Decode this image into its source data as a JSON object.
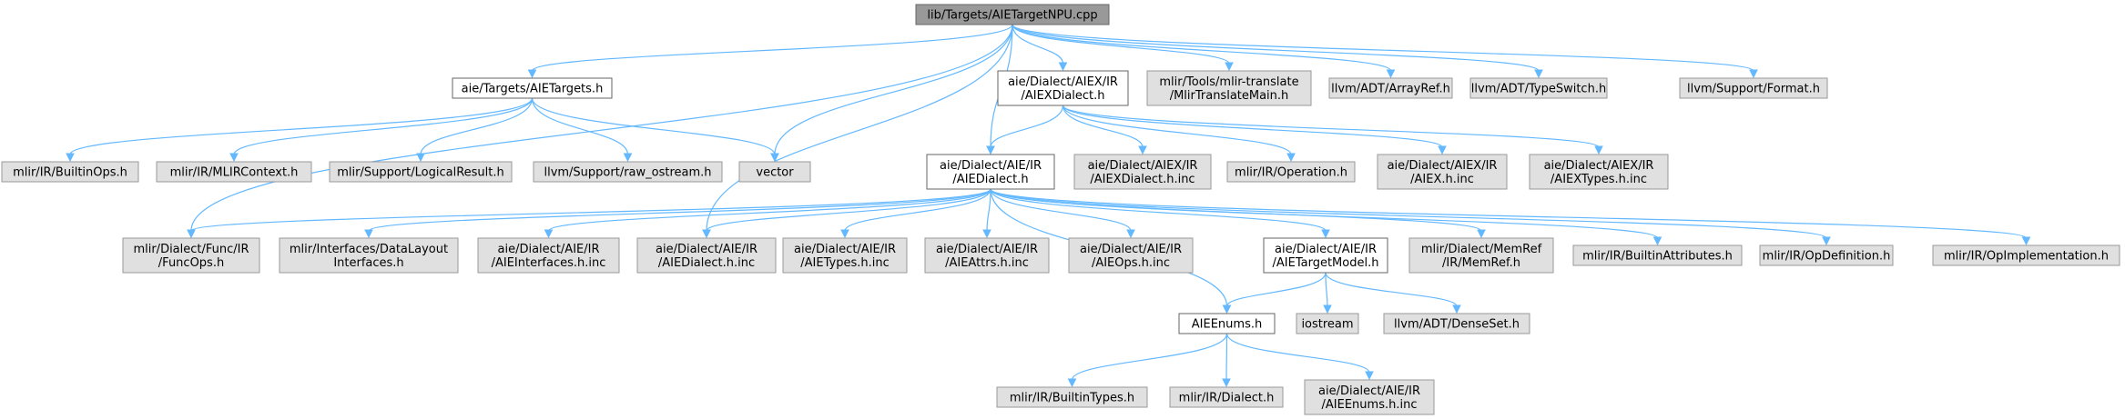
{
  "graph": {
    "nodes": [
      {
        "id": "root",
        "kind": "root",
        "lines": [
          "lib/Targets/AIETargetNPU.cpp"
        ]
      },
      {
        "id": "aietargets",
        "kind": "doc",
        "lines": [
          "aie/Targets/AIETargets.h"
        ]
      },
      {
        "id": "aiexdialect",
        "kind": "doc",
        "lines": [
          "aie/Dialect/AIEX/IR",
          "/AIEXDialect.h"
        ]
      },
      {
        "id": "mlirtranslate",
        "kind": "ext",
        "lines": [
          "mlir/Tools/mlir-translate",
          "/MlirTranslateMain.h"
        ]
      },
      {
        "id": "arrayref",
        "kind": "ext",
        "lines": [
          "llvm/ADT/ArrayRef.h"
        ]
      },
      {
        "id": "typeswitch",
        "kind": "ext",
        "lines": [
          "llvm/ADT/TypeSwitch.h"
        ]
      },
      {
        "id": "format",
        "kind": "ext",
        "lines": [
          "llvm/Support/Format.h"
        ]
      },
      {
        "id": "builtinops",
        "kind": "ext",
        "lines": [
          "mlir/IR/BuiltinOps.h"
        ]
      },
      {
        "id": "mlircontext",
        "kind": "ext",
        "lines": [
          "mlir/IR/MLIRContext.h"
        ]
      },
      {
        "id": "logicalresult",
        "kind": "ext",
        "lines": [
          "mlir/Support/LogicalResult.h"
        ]
      },
      {
        "id": "rawostream",
        "kind": "ext",
        "lines": [
          "llvm/Support/raw_ostream.h"
        ]
      },
      {
        "id": "vector",
        "kind": "ext",
        "lines": [
          "vector"
        ]
      },
      {
        "id": "aiedialect",
        "kind": "doc",
        "lines": [
          "aie/Dialect/AIE/IR",
          "/AIEDialect.h"
        ]
      },
      {
        "id": "aiexdialectinc",
        "kind": "ext",
        "lines": [
          "aie/Dialect/AIEX/IR",
          "/AIEXDialect.h.inc"
        ]
      },
      {
        "id": "operation",
        "kind": "ext",
        "lines": [
          "mlir/IR/Operation.h"
        ]
      },
      {
        "id": "aiexinc",
        "kind": "ext",
        "lines": [
          "aie/Dialect/AIEX/IR",
          "/AIEX.h.inc"
        ]
      },
      {
        "id": "aiextypesinc",
        "kind": "ext",
        "lines": [
          "aie/Dialect/AIEX/IR",
          "/AIEXTypes.h.inc"
        ]
      },
      {
        "id": "funcops",
        "kind": "ext",
        "lines": [
          "mlir/Dialect/Func/IR",
          "/FuncOps.h"
        ]
      },
      {
        "id": "datalayout",
        "kind": "ext",
        "lines": [
          "mlir/Interfaces/DataLayout",
          "Interfaces.h"
        ]
      },
      {
        "id": "aieinterfacesinc",
        "kind": "ext",
        "lines": [
          "aie/Dialect/AIE/IR",
          "/AIEInterfaces.h.inc"
        ]
      },
      {
        "id": "aiedialectinc",
        "kind": "ext",
        "lines": [
          "aie/Dialect/AIE/IR",
          "/AIEDialect.h.inc"
        ]
      },
      {
        "id": "aietypesinc",
        "kind": "ext",
        "lines": [
          "aie/Dialect/AIE/IR",
          "/AIETypes.h.inc"
        ]
      },
      {
        "id": "aieattrsinc",
        "kind": "ext",
        "lines": [
          "aie/Dialect/AIE/IR",
          "/AIEAttrs.h.inc"
        ]
      },
      {
        "id": "aieopsinc",
        "kind": "ext",
        "lines": [
          "aie/Dialect/AIE/IR",
          "/AIEOps.h.inc"
        ]
      },
      {
        "id": "aietargetmodel",
        "kind": "doc",
        "lines": [
          "aie/Dialect/AIE/IR",
          "/AIETargetModel.h"
        ]
      },
      {
        "id": "memref",
        "kind": "ext",
        "lines": [
          "mlir/Dialect/MemRef",
          "/IR/MemRef.h"
        ]
      },
      {
        "id": "builtinattributes",
        "kind": "ext",
        "lines": [
          "mlir/IR/BuiltinAttributes.h"
        ]
      },
      {
        "id": "opdefinition",
        "kind": "ext",
        "lines": [
          "mlir/IR/OpDefinition.h"
        ]
      },
      {
        "id": "opimplementation",
        "kind": "ext",
        "lines": [
          "mlir/IR/OpImplementation.h"
        ]
      },
      {
        "id": "aieenums",
        "kind": "doc",
        "lines": [
          "AIEEnums.h"
        ]
      },
      {
        "id": "iostream",
        "kind": "ext",
        "lines": [
          "iostream"
        ]
      },
      {
        "id": "denseset",
        "kind": "ext",
        "lines": [
          "llvm/ADT/DenseSet.h"
        ]
      },
      {
        "id": "builtintypes",
        "kind": "ext",
        "lines": [
          "mlir/IR/BuiltinTypes.h"
        ]
      },
      {
        "id": "irdialect",
        "kind": "ext",
        "lines": [
          "mlir/IR/Dialect.h"
        ]
      },
      {
        "id": "aieenumsinc",
        "kind": "ext",
        "lines": [
          "aie/Dialect/AIE/IR",
          "/AIEEnums.h.inc"
        ]
      }
    ],
    "edges": [
      [
        "root",
        "aietargets"
      ],
      [
        "root",
        "vector"
      ],
      [
        "root",
        "aiexdialect"
      ],
      [
        "root",
        "aiedialect"
      ],
      [
        "root",
        "mlirtranslate"
      ],
      [
        "root",
        "arrayref"
      ],
      [
        "root",
        "typeswitch"
      ],
      [
        "root",
        "format"
      ],
      [
        "root",
        "funcops"
      ],
      [
        "root",
        "aiedialectinc"
      ],
      [
        "aietargets",
        "builtinops"
      ],
      [
        "aietargets",
        "mlircontext"
      ],
      [
        "aietargets",
        "logicalresult"
      ],
      [
        "aietargets",
        "rawostream"
      ],
      [
        "aietargets",
        "vector"
      ],
      [
        "aiexdialect",
        "aiedialect"
      ],
      [
        "aiexdialect",
        "aiexdialectinc"
      ],
      [
        "aiexdialect",
        "operation"
      ],
      [
        "aiexdialect",
        "aiexinc"
      ],
      [
        "aiexdialect",
        "aiextypesinc"
      ],
      [
        "aiedialect",
        "funcops"
      ],
      [
        "aiedialect",
        "datalayout"
      ],
      [
        "aiedialect",
        "aieinterfacesinc"
      ],
      [
        "aiedialect",
        "aiedialectinc"
      ],
      [
        "aiedialect",
        "aietypesinc"
      ],
      [
        "aiedialect",
        "aieattrsinc"
      ],
      [
        "aiedialect",
        "aieopsinc"
      ],
      [
        "aiedialect",
        "aietargetmodel"
      ],
      [
        "aiedialect",
        "memref"
      ],
      [
        "aiedialect",
        "builtinattributes"
      ],
      [
        "aiedialect",
        "opdefinition"
      ],
      [
        "aiedialect",
        "opimplementation"
      ],
      [
        "aiedialect",
        "aieenums"
      ],
      [
        "aietargetmodel",
        "aieenums"
      ],
      [
        "aietargetmodel",
        "iostream"
      ],
      [
        "aietargetmodel",
        "denseset"
      ],
      [
        "aieenums",
        "builtintypes"
      ],
      [
        "aieenums",
        "irdialect"
      ],
      [
        "aieenums",
        "aieenumsinc"
      ]
    ]
  }
}
